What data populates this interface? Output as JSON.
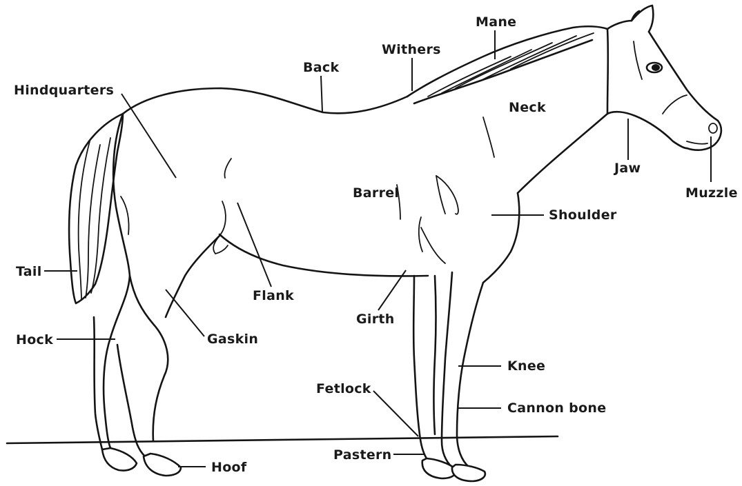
{
  "labels": {
    "mane": "Mane",
    "withers": "Withers",
    "back": "Back",
    "hindquarters": "Hindquarters",
    "neck": "Neck",
    "jaw": "Jaw",
    "muzzle": "Muzzle",
    "barrel": "Barrel",
    "shoulder": "Shoulder",
    "tail": "Tail",
    "flank": "Flank",
    "girth": "Girth",
    "hock": "Hock",
    "gaskin": "Gaskin",
    "knee": "Knee",
    "fetlock": "Fetlock",
    "cannon_bone": "Cannon bone",
    "pastern": "Pastern",
    "hoof": "Hoof"
  },
  "colors": {
    "ink": "#141414",
    "background": "#ffffff"
  }
}
